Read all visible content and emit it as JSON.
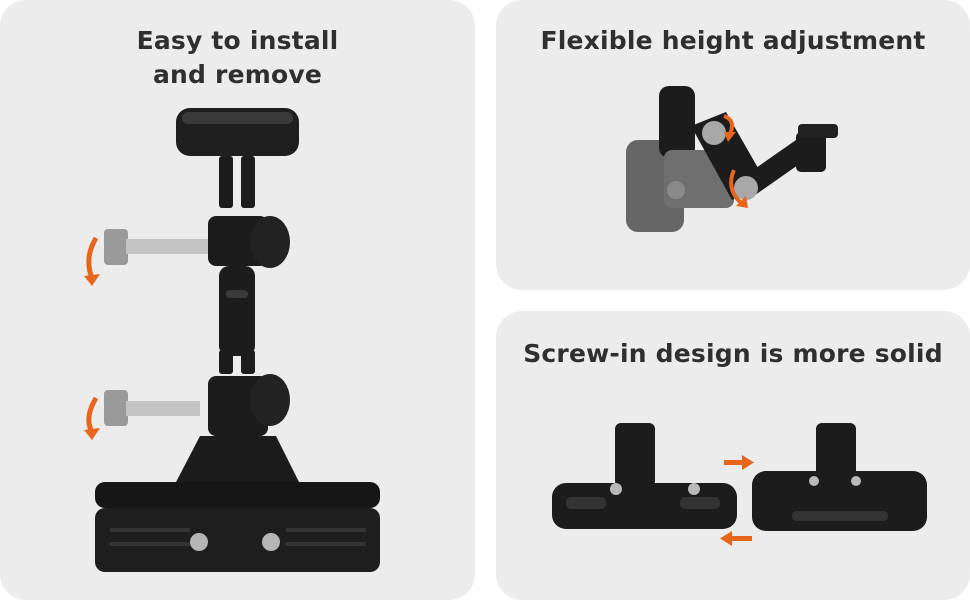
{
  "panels": {
    "left": {
      "title_line1": "Easy to install",
      "title_line2": "and remove"
    },
    "top_right": {
      "title": "Flexible height adjustment"
    },
    "bottom_right": {
      "title": "Screw-in design is more solid"
    }
  },
  "colors": {
    "panel_bg": "#ececec",
    "text": "#2f2f2f",
    "accent_arrow": "#e8651c",
    "mount_black": "#1c1c1c",
    "screw_steel": "#b9b9b9",
    "base_gray": "#6e6e6e"
  },
  "icons": [
    "rotate-arrow-icon",
    "direction-arrow-icon"
  ]
}
